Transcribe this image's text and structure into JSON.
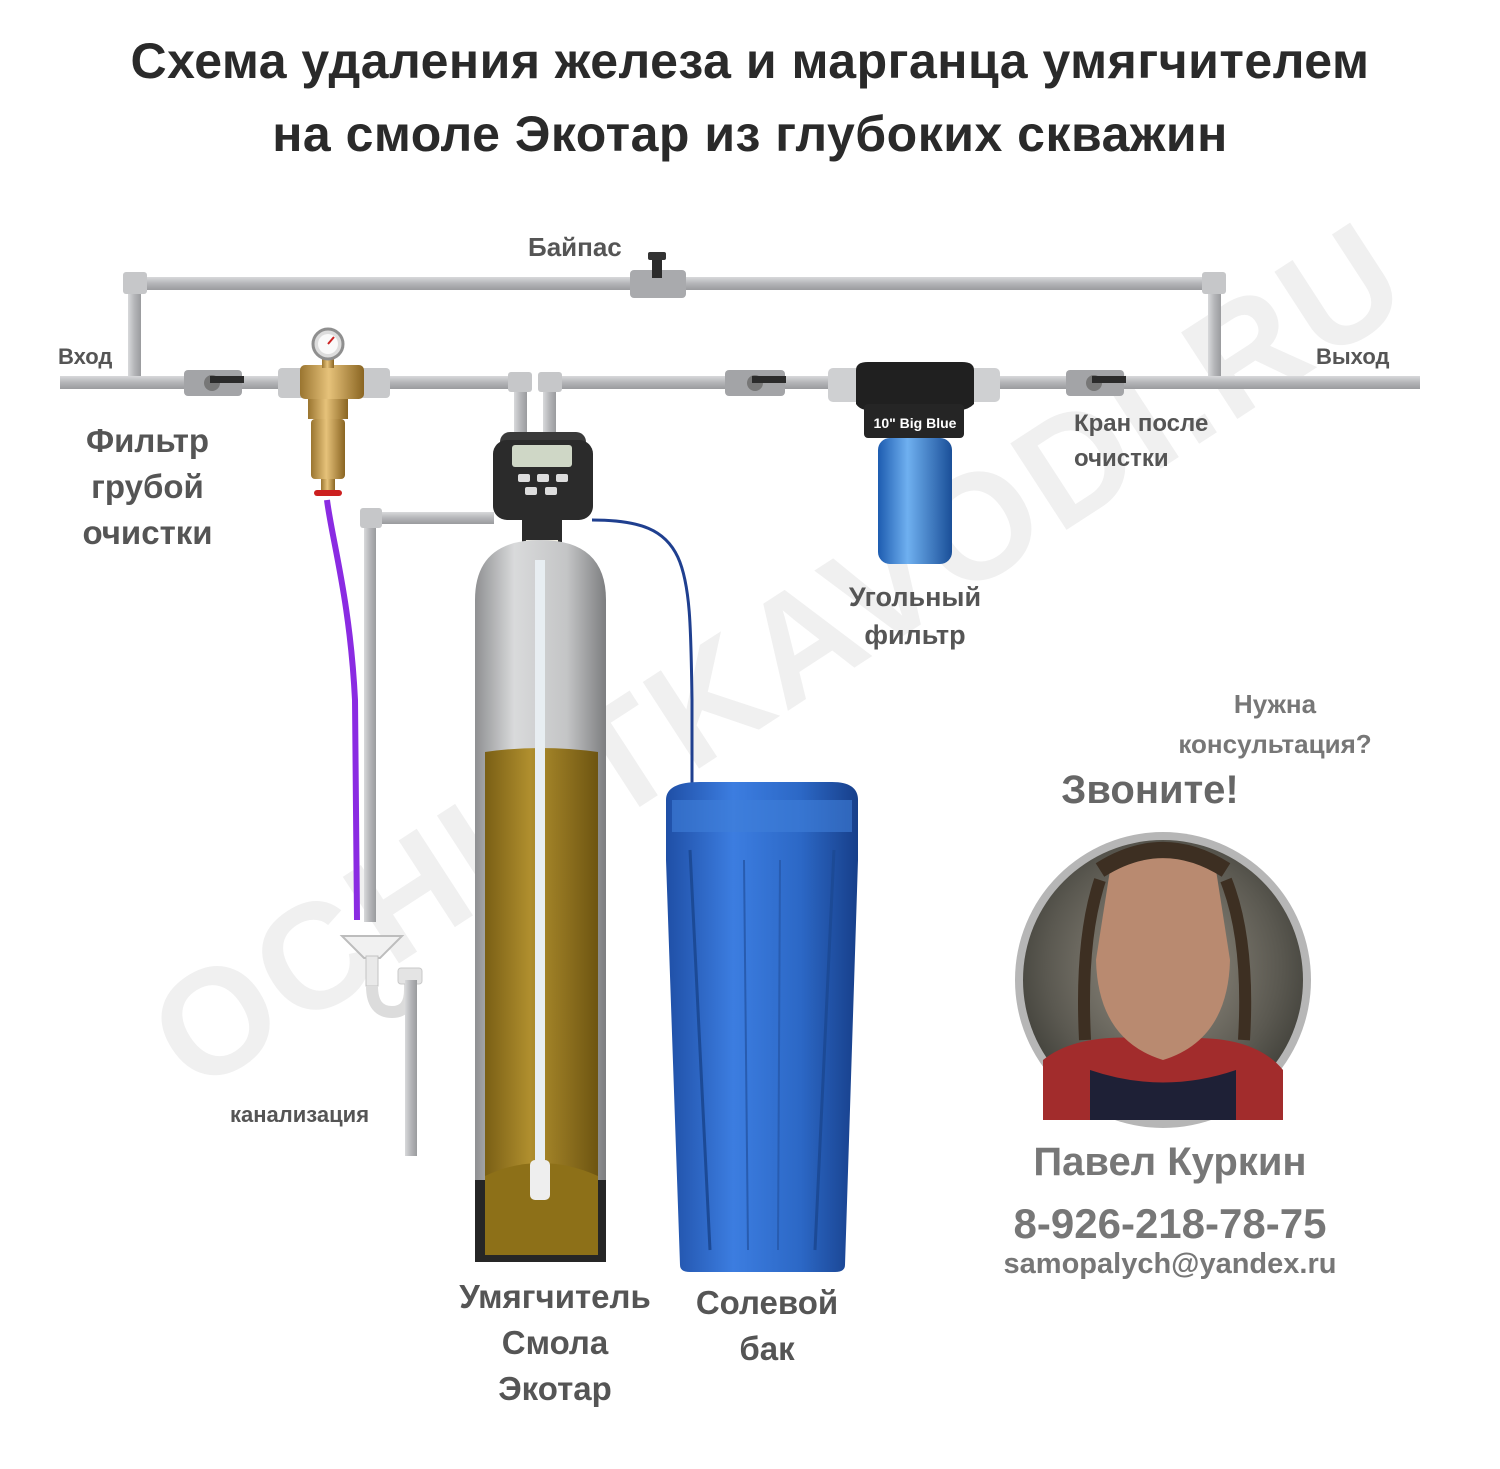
{
  "title": {
    "line1": "Схема удаления железа и марганца умягчителем",
    "line2": "на смоле Экотар из глубоких скважин"
  },
  "watermark": "OCHISTKAVODI.RU",
  "labels": {
    "bypass": "Байпас",
    "inlet": "Вход",
    "outlet": "Выход",
    "coarse_filter": [
      "Фильтр",
      "грубой",
      "очистки"
    ],
    "tap_after": [
      "Кран после",
      "очистки"
    ],
    "carbon_filter": [
      "Угольный",
      "фильтр"
    ],
    "drain": "канализация",
    "softener": [
      "Умягчитель",
      "Смола",
      "Экотар"
    ],
    "brine_tank": [
      "Солевой",
      "бак"
    ],
    "big_blue": "10\" Big Blue"
  },
  "contact": {
    "question": [
      "Нужна",
      "консультация?"
    ],
    "call": "Звоните!",
    "name": "Павел Куркин",
    "phone": "8-926-218-78-75",
    "email": "samopalych@yandex.ru"
  },
  "colors": {
    "pipe": "#b9babc",
    "brass": "#c9a35a",
    "purple_hose": "#8a2be2",
    "blue_tank": "#2f6fd1",
    "resin": "#9c7d22",
    "title": "#2a2a2a"
  }
}
